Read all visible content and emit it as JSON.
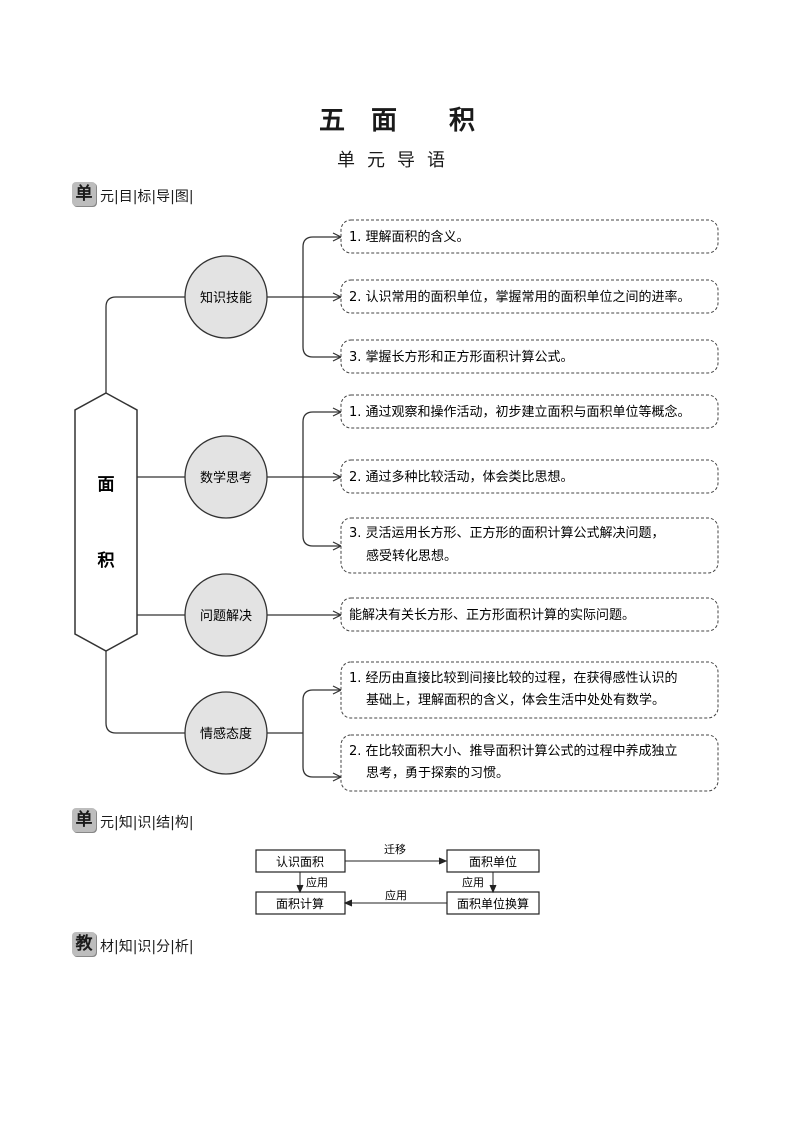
{
  "title": [
    "五",
    "面",
    "积"
  ],
  "subtitle": "单元导语",
  "sections": {
    "goals": {
      "first": "单",
      "rest": "元|目|标|导|图|"
    },
    "structure": {
      "first": "单",
      "rest": "元|知|识|结|构|"
    },
    "analysis": {
      "first": "教",
      "rest": "材|知|识|分|析|"
    }
  },
  "mindmap": {
    "center": [
      "面",
      "积"
    ],
    "categories": [
      {
        "label": "知识技能",
        "items": [
          [
            "1. 理解面积的含义。"
          ],
          [
            "2. 认识常用的面积单位，掌握常用的面积单位之间的进率。"
          ],
          [
            "3. 掌握长方形和正方形面积计算公式。"
          ]
        ]
      },
      {
        "label": "数学思考",
        "items": [
          [
            "1. 通过观察和操作活动，初步建立面积与面积单位等概念。"
          ],
          [
            "2. 通过多种比较活动，体会类比思想。"
          ],
          [
            "3. 灵活运用长方形、正方形的面积计算公式解决问题，",
            "感受转化思想。"
          ]
        ]
      },
      {
        "label": "问题解决",
        "items": [
          [
            "能解决有关长方形、正方形面积计算的实际问题。"
          ]
        ]
      },
      {
        "label": "情感态度",
        "items": [
          [
            "1. 经历由直接比较到间接比较的过程，在获得感性认识的",
            "基础上，理解面积的含义，体会生活中处处有数学。"
          ],
          [
            "2. 在比较面积大小、推导面积计算公式的过程中养成独立",
            "思考，勇于探索的习惯。"
          ]
        ]
      }
    ]
  },
  "flow": {
    "boxes": [
      "认识面积",
      "面积单位",
      "面积计算",
      "面积单位换算"
    ],
    "edges": [
      "迁移",
      "应用",
      "应用",
      "应用"
    ]
  }
}
